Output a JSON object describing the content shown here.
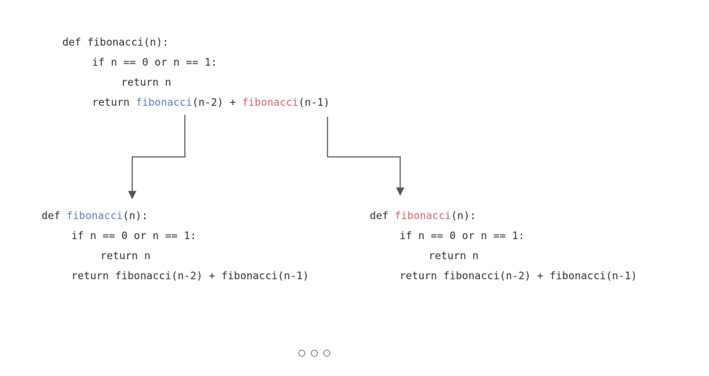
{
  "colors": {
    "text": "#333333",
    "left_call": "#5b80c9",
    "right_call": "#d9636b",
    "connector": "#555555"
  },
  "top_block": {
    "def_kw": "def ",
    "def_name": "fibonacci",
    "def_args": "(n):",
    "if_line": "if n == 0 or n == 1:",
    "return_n": "return n",
    "return_kw": "return ",
    "call_left": "fibonacci",
    "call_left_args": "(n-2)",
    "plus": " + ",
    "call_right": "fibonacci",
    "call_right_args": "(n-1)"
  },
  "left_block": {
    "def_kw": "def ",
    "def_name": "fibonacci",
    "def_args": "(n):",
    "if_line": "if n == 0 or n == 1:",
    "return_n": "return n",
    "return_line": "return fibonacci(n-2) + fibonacci(n-1)"
  },
  "right_block": {
    "def_kw": "def ",
    "def_name": "fibonacci",
    "def_args": "(n):",
    "if_line": "if n == 0 or n == 1:",
    "return_n": "return n",
    "return_line": "return fibonacci(n-2) + fibonacci(n-1)"
  },
  "pager": {
    "count": 3
  }
}
